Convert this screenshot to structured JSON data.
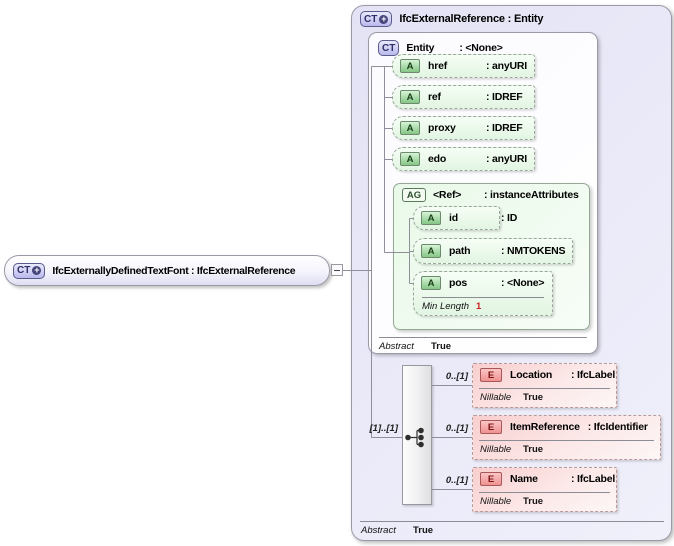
{
  "root_box": {
    "badge": "CT",
    "plus": "+",
    "label": "IfcExternallyDefinedTextFont : IfcExternalReference"
  },
  "panel": {
    "badge": "CT",
    "plus": "+",
    "title": "IfcExternalReference : Entity",
    "abstract": {
      "label": "Abstract",
      "value": "True"
    }
  },
  "entity": {
    "badge": "CT",
    "name": "Entity",
    "type": ": <None>",
    "attributes": [
      {
        "badge": "A",
        "name": "href",
        "type": ": anyURI"
      },
      {
        "badge": "A",
        "name": "ref",
        "type": ": IDREF"
      },
      {
        "badge": "A",
        "name": "proxy",
        "type": ": IDREF"
      },
      {
        "badge": "A",
        "name": "edo",
        "type": ": anyURI"
      }
    ],
    "attribute_group": {
      "badge": "AG",
      "name": "<Ref>",
      "type": ": instanceAttributes",
      "attributes": [
        {
          "badge": "A",
          "name": "id",
          "type": ": ID"
        },
        {
          "badge": "A",
          "name": "path",
          "type": ": NMTOKENS"
        },
        {
          "badge": "A",
          "name": "pos",
          "type": ": <None>",
          "facet": {
            "label": "Min Length",
            "value": "1"
          }
        }
      ]
    },
    "abstract": {
      "label": "Abstract",
      "value": "True"
    }
  },
  "content_model": {
    "cardinality": "[1]..[1]",
    "elements": [
      {
        "badge": "E",
        "cardinality": "0..[1]",
        "name": "Location",
        "type": ": IfcLabel",
        "nillable": {
          "label": "Nillable",
          "value": "True"
        }
      },
      {
        "badge": "E",
        "cardinality": "0..[1]",
        "name": "ItemReference",
        "type": ": IfcIdentifier",
        "nillable": {
          "label": "Nillable",
          "value": "True"
        }
      },
      {
        "badge": "E",
        "cardinality": "0..[1]",
        "name": "Name",
        "type": ": IfcLabel",
        "nillable": {
          "label": "Nillable",
          "value": "True"
        }
      }
    ]
  }
}
